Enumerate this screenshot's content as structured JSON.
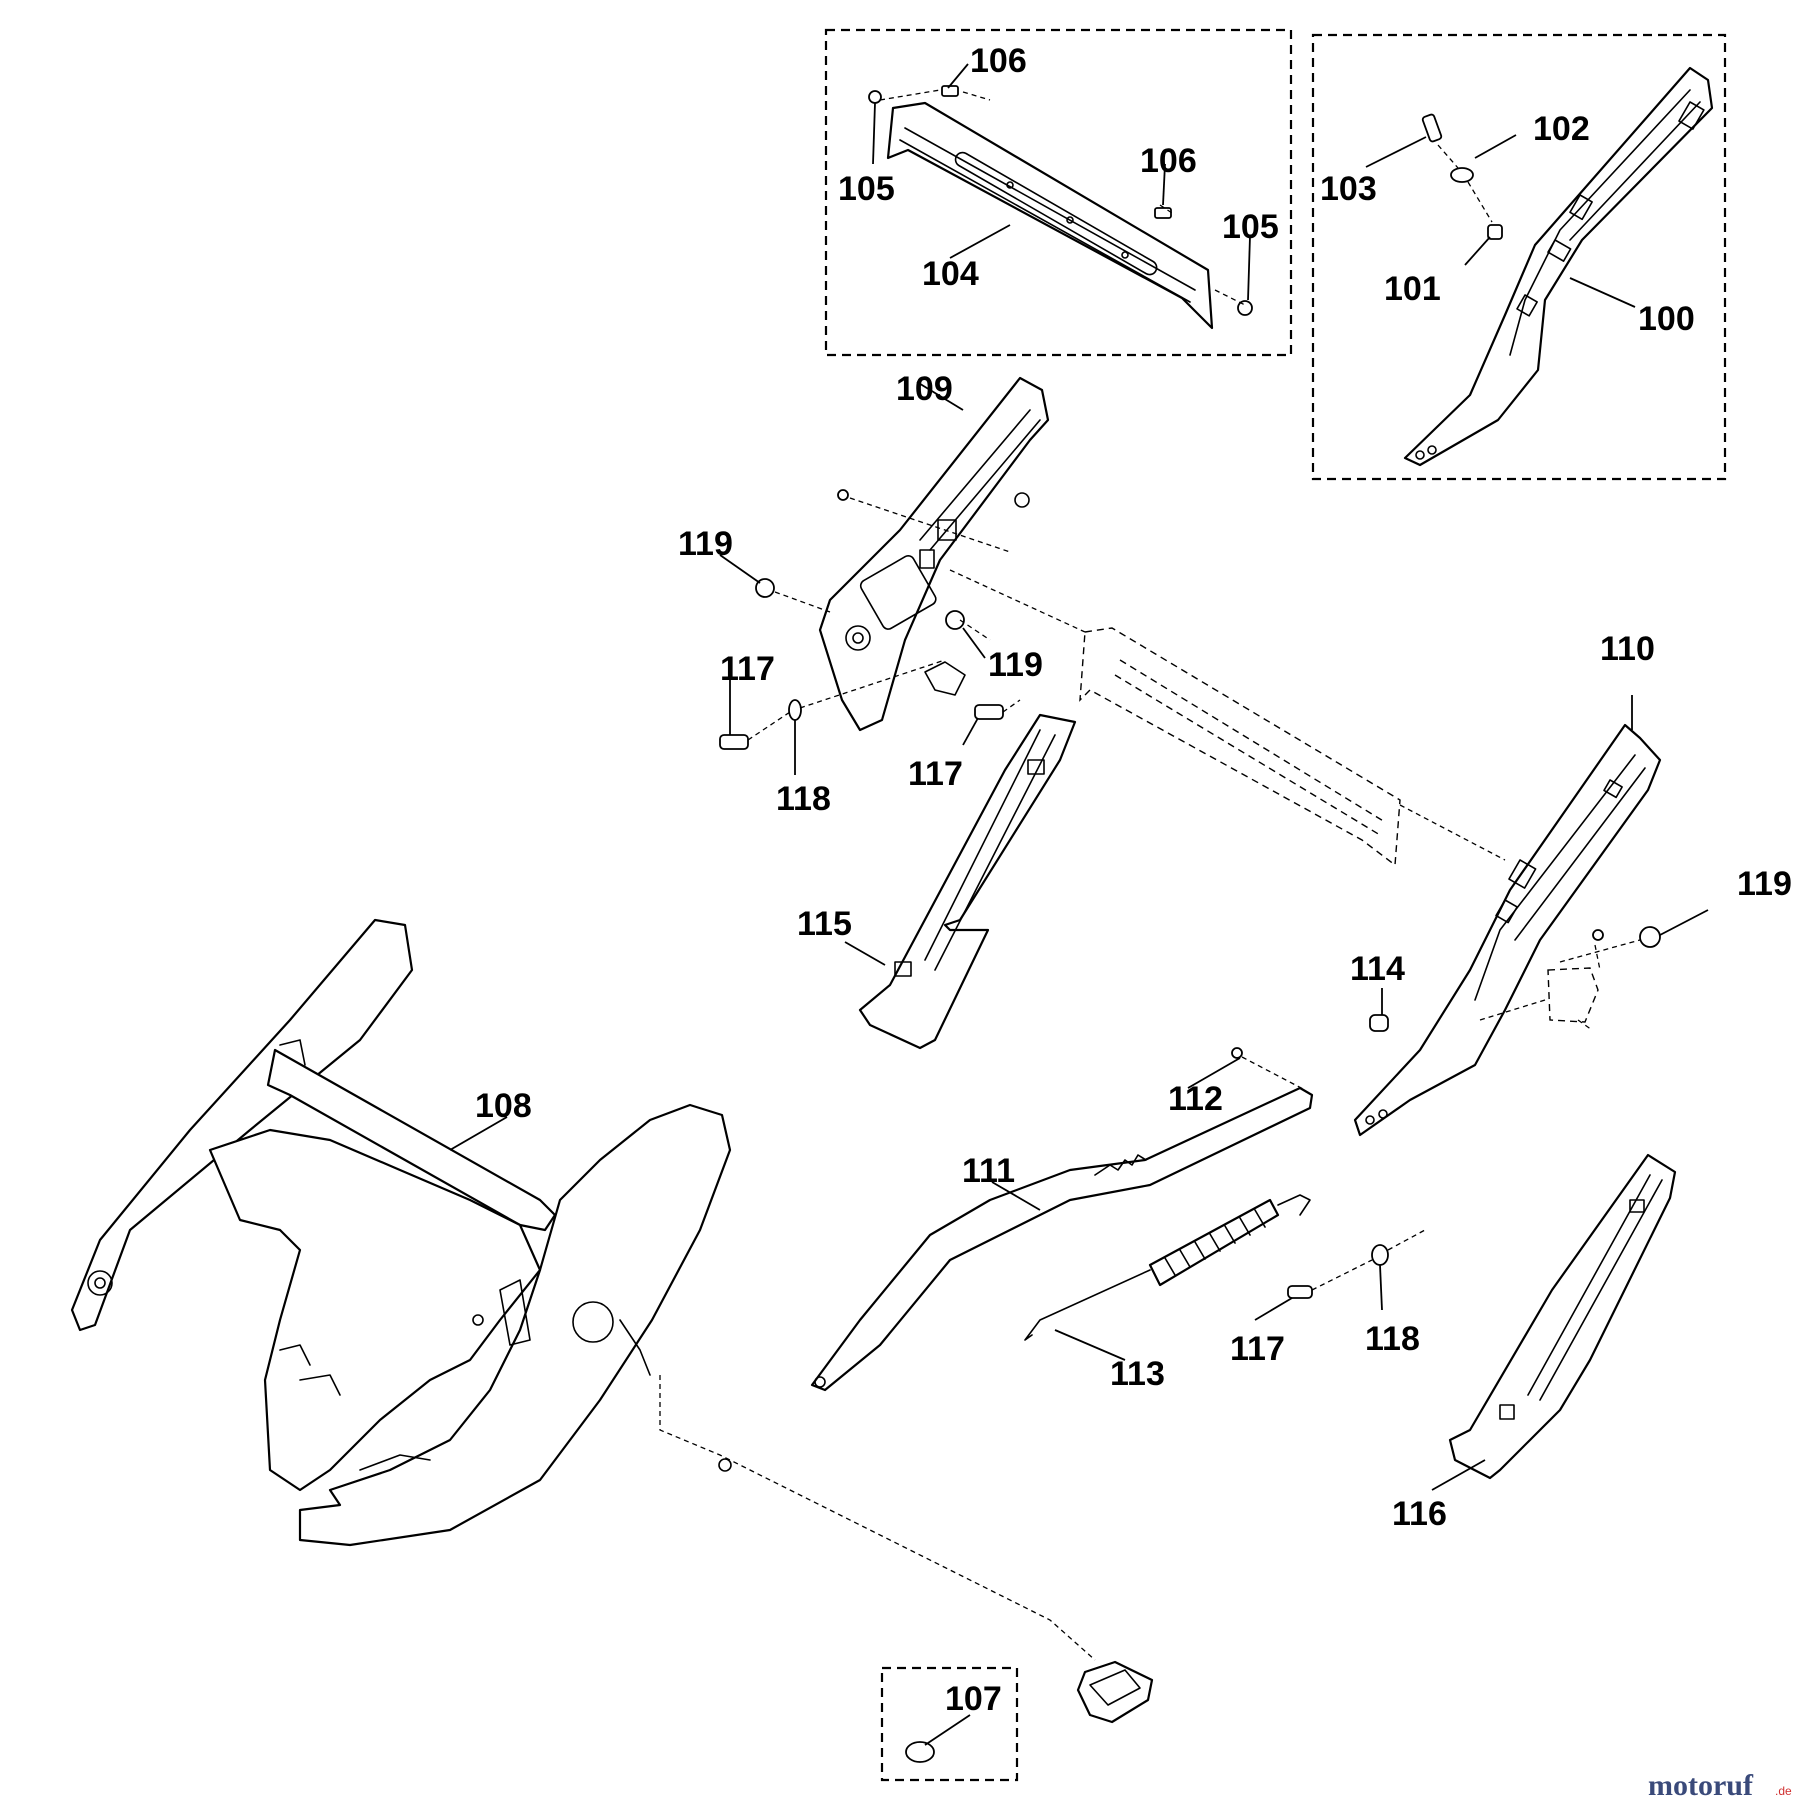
{
  "callouts": {
    "p100": "100",
    "p101": "101",
    "p102": "102",
    "p103": "103",
    "p104": "104",
    "p105a": "105",
    "p105b": "105",
    "p106a": "106",
    "p106b": "106",
    "p107": "107",
    "p108": "108",
    "p109": "109",
    "p110": "110",
    "p111": "111",
    "p112": "112",
    "p113": "113",
    "p114": "114",
    "p115": "115",
    "p116": "116",
    "p117a": "117",
    "p117b": "117",
    "p117c": "117",
    "p118a": "118",
    "p118b": "118",
    "p119a": "119",
    "p119b": "119",
    "p119c": "119"
  },
  "watermark": {
    "name": "motoruf",
    "suffix": ".de",
    "color_main": "#3a4a7a",
    "color_accent": "#d03030"
  }
}
